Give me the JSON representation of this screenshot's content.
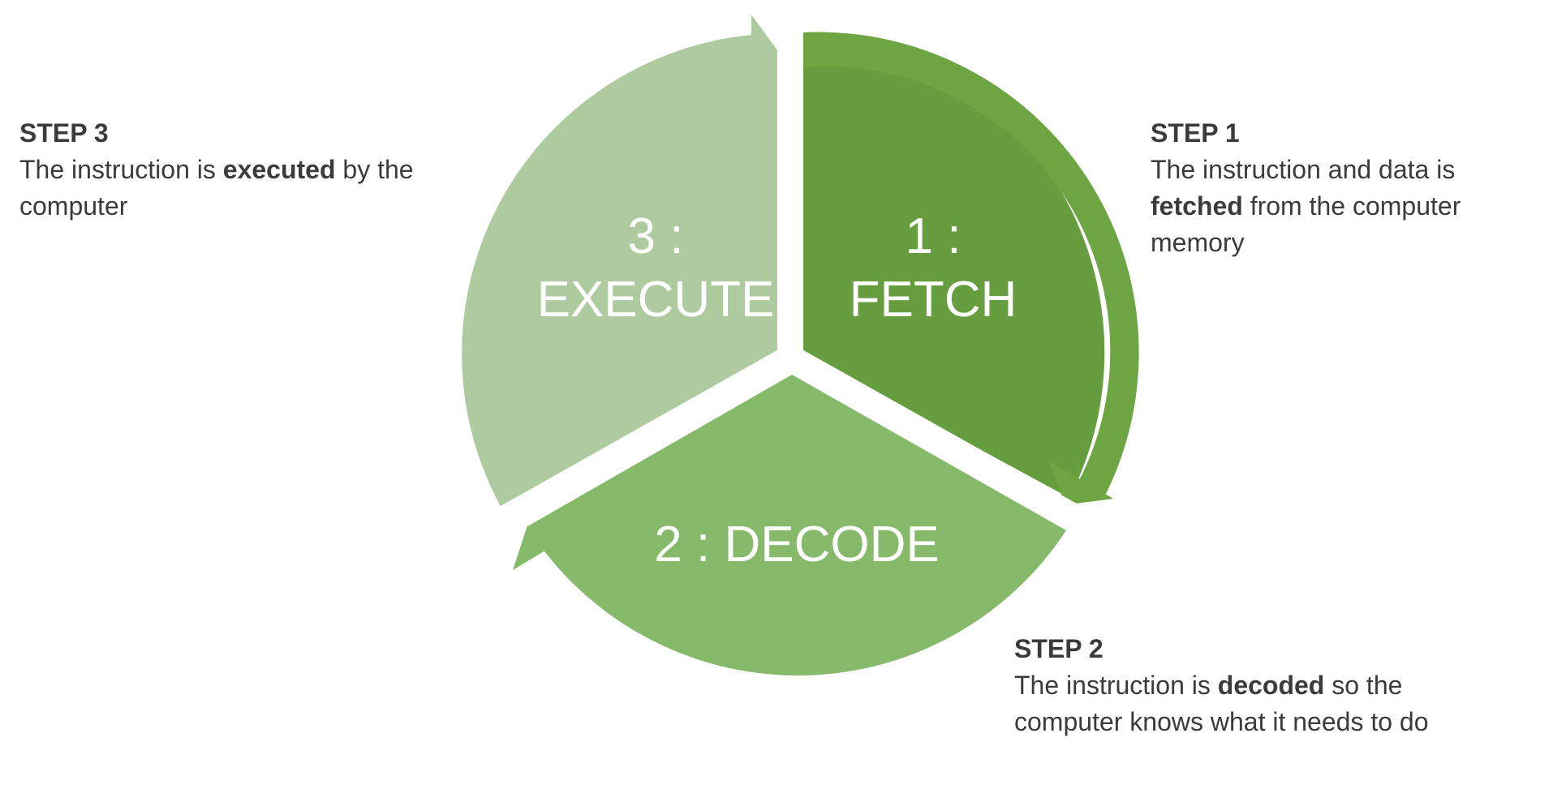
{
  "diagram": {
    "segments": [
      {
        "id": "fetch",
        "line1": "1 :",
        "line2": "FETCH",
        "color": "#659d3f"
      },
      {
        "id": "decode",
        "line1": "2 : DECODE",
        "color": "#86b96a"
      },
      {
        "id": "execute",
        "line1": "3 :",
        "line2": "EXECUTE",
        "color": "#adcb9e"
      }
    ],
    "accent_color": "#6da543"
  },
  "steps": {
    "step1": {
      "title": "STEP 1",
      "before": "The instruction and data is ",
      "bold": "fetched",
      "after": " from the computer memory"
    },
    "step2": {
      "title": "STEP 2",
      "before": "The instruction is ",
      "bold": "decoded",
      "after": " so the computer knows what it needs to do"
    },
    "step3": {
      "title": "STEP 3",
      "before": "The instruction is ",
      "bold": "executed",
      "after": " by the computer"
    }
  }
}
